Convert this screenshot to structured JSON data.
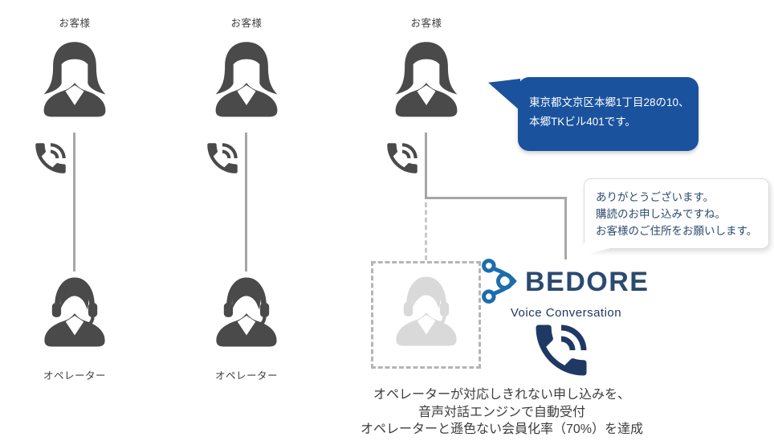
{
  "colors": {
    "icon-gray": "#4a4a4a",
    "icon-faded": "#d9d9d9",
    "line-gray": "#a6a6a6",
    "dash-gray": "#c9c9c9",
    "box-dash": "#b5b5b5",
    "bubble-blue": "#1a529e",
    "bubble-text": "#ffffff",
    "navy": "#1f3864",
    "navy-text": "#2b4a6f",
    "bedore-navy": "#2b4a70",
    "logo-blue": "#1d6dad",
    "caption-text": "#3c3c3c",
    "label-text": "#404040"
  },
  "columns": [
    {
      "top_label": "お客様",
      "bottom_label": "オペレーター"
    },
    {
      "top_label": "お客様",
      "bottom_label": "オペレーター"
    },
    {
      "top_label": "お客様"
    }
  ],
  "icons": {
    "customer": "woman-user-icon",
    "operator": "operator-headset-icon",
    "phone": "phone-call-icon",
    "logo_mark": "bedore-triangle-knot-icon",
    "voice_phone": "phone-sound-waves-icon"
  },
  "bubbles": {
    "customer": {
      "lines": [
        "東京都文京区本郷1丁目28の10、",
        "本郷TKビル401です。"
      ]
    },
    "bot": {
      "lines": [
        "ありがとうございます。",
        "購読のお申し込みですね。",
        "お客様のご住所をお願いします。"
      ]
    }
  },
  "logo": {
    "wordmark": "BEDORE",
    "subtitle": "Voice Conversation"
  },
  "caption": {
    "line1": "オペレーターが対応しきれない申し込みを、",
    "line2": "音声対話エンジンで自動受付",
    "line3": "オペレーターと遜色ない会員化率（70%）を達成"
  }
}
